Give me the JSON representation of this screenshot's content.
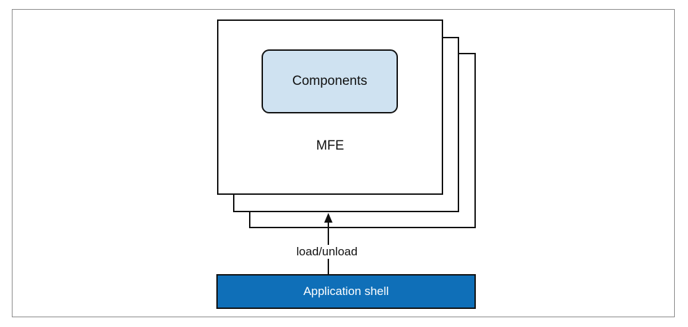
{
  "diagram": {
    "components_label": "Components",
    "mfe_label": "MFE",
    "edge_label": "load/unload",
    "shell_label": "Application shell"
  },
  "colors": {
    "components_fill": "#cfe2f1",
    "shell_fill": "#0f6fb8",
    "stroke": "#111111",
    "frame": "#8a8a8a"
  }
}
